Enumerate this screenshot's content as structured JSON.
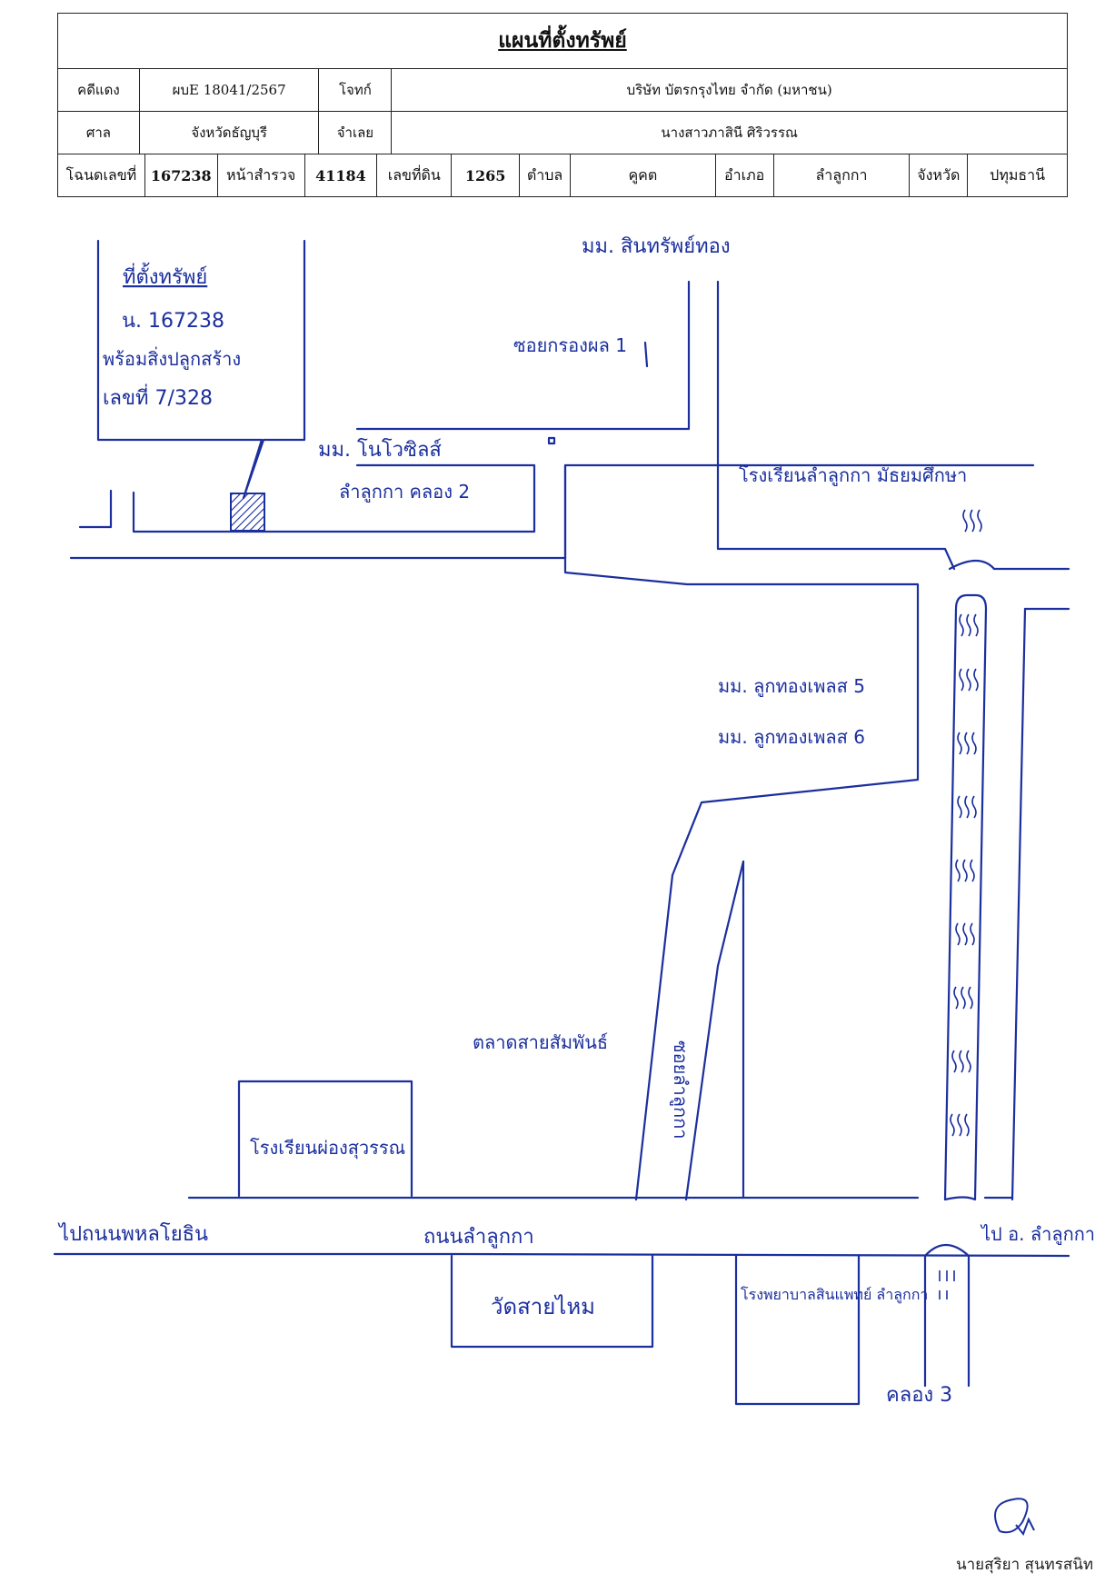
{
  "header": {
    "title": "แผนที่ตั้งทรัพย์",
    "row1": {
      "case_label": "คดีแดง",
      "case_no": "ผบE 18041/2567",
      "plaintiff_label": "โจทก์",
      "plaintiff": "บริษัท บัตรกรุงไทย จำกัด (มหาชน)"
    },
    "row2": {
      "court_label": "ศาล",
      "court": "จังหวัดธัญบุรี",
      "defendant_label": "จำเลย",
      "defendant": "นางสาวภาสินี ศิริวรรณ"
    },
    "row3": {
      "deed_label": "โฉนดเลขที่",
      "deed_no": "167238",
      "survey_label": "หน้าสำรวจ",
      "survey_no": "41184",
      "land_label": "เลขที่ดิน",
      "land_no": "1265",
      "subdistrict_label": "ตำบล",
      "subdistrict": "คูคต",
      "district_label": "อำเภอ",
      "district": "ลำลูกกา",
      "province_label": "จังหวัด",
      "province": "ปทุมธานี"
    }
  },
  "map": {
    "colors": {
      "ink": "#1b2f9e",
      "hatch": "#1b2f9e"
    },
    "labels": {
      "property_box_title": "ที่ตั้งทรัพย์",
      "property_deed": "น. 167238",
      "property_note": "พร้อมสิ่งปลูกสร้าง",
      "property_house": "เลขที่ 7/328",
      "village_top": "มม. สินทรัพย์ทอง",
      "soi_top": "ซอยกรองผล 1",
      "village_noble": "มม. โนโวซิลส์",
      "canal2": "ลำลูกกา คลอง 2",
      "school_top": "โรงเรียนลำลูกกา มัธยมศึกษา",
      "village_5": "มม. ลูกทองเพลส 5",
      "village_6": "มม. ลูกทองเพลส 6",
      "market": "ตลาดสายสัมพันธ์",
      "soi_side": "ซอยลำลูกกา",
      "school_bottom": "โรงเรียนผ่องสุวรรณ",
      "to_left": "ไปถนนพหลโยธิน",
      "main_road": "ถนนลำลูกกา",
      "to_right": "ไป อ. ลำลูกกา",
      "temple": "วัดสายไหม",
      "hospital": "โรงพยาบาลสินแพทย์ ลำลูกกา",
      "canal3": "คลอง 3"
    },
    "signature_name": "นายสุริยา สุนทรสนิท"
  }
}
